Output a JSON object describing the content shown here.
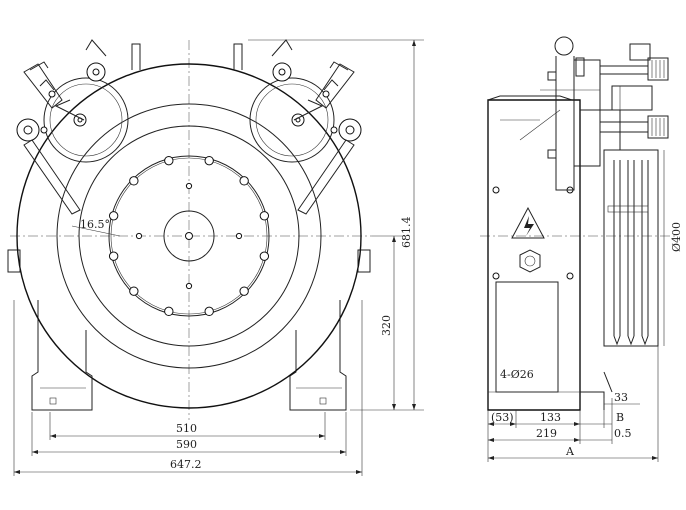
{
  "dimensions": {
    "width_510": "510",
    "width_590": "590",
    "width_647": "647.2",
    "height_681": "681.4",
    "height_320": "320",
    "angle": "16.5°",
    "dia_400": "Ø400",
    "holes": "4-Ø26",
    "side_53": "(53)",
    "side_133": "133",
    "side_219": "219",
    "side_33": "33",
    "side_B": "B",
    "side_05": "0.5",
    "side_A": "A"
  }
}
